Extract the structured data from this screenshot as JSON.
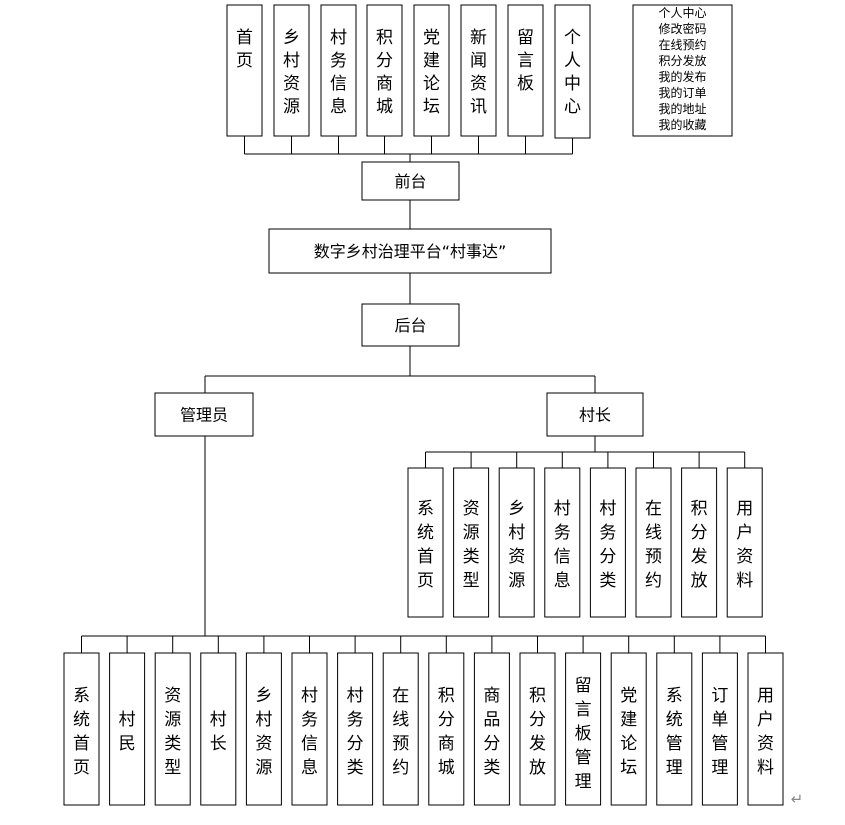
{
  "title": "数字乡村治理平台“村事达”",
  "frontend": {
    "label": "前台",
    "modules": [
      "首页",
      "乡村资源",
      "村务信息",
      "积分商城",
      "党建论坛",
      "新闻资讯",
      "留言板",
      "个人中心"
    ],
    "personal_center_items": [
      "个人中心",
      "修改密码",
      "在线预约",
      "积分发放",
      "我的发布",
      "我的订单",
      "我的地址",
      "我的收藏"
    ]
  },
  "backend": {
    "label": "后台",
    "admin": {
      "label": "管理员",
      "modules": [
        "系统首页",
        "村民",
        "资源类型",
        "村长",
        "乡村资源",
        "村务信息",
        "村务分类",
        "在线预约",
        "积分商城",
        "商品分类",
        "积分发放",
        "留言板管理",
        "党建论坛",
        "系统管理",
        "订单管理",
        "用户资料"
      ]
    },
    "village_head": {
      "label": "村长",
      "modules": [
        "系统首页",
        "资源类型",
        "乡村资源",
        "村务信息",
        "村务分类",
        "在线预约",
        "积分发放",
        "用户资料"
      ]
    }
  },
  "return_mark": "↵"
}
